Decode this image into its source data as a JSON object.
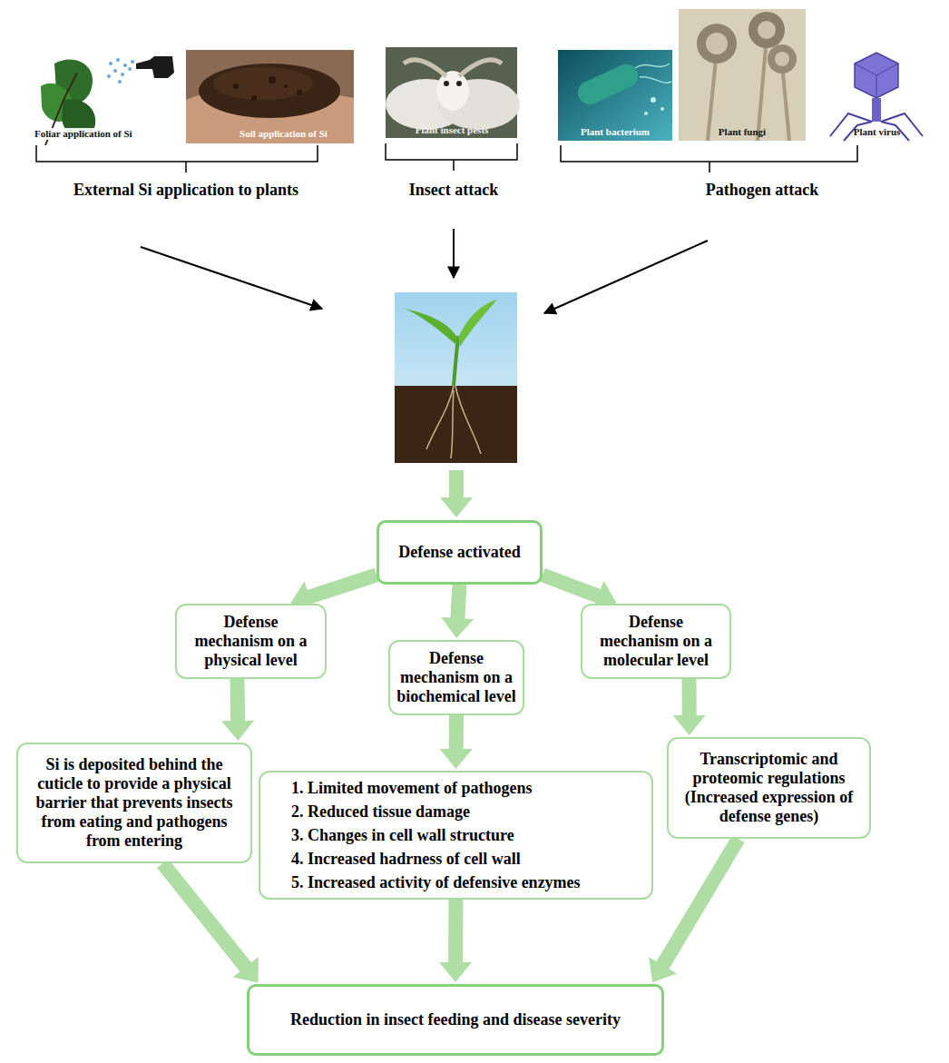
{
  "diagram": {
    "nodes": [
      {
        "text": [
          "Defense activated"
        ]
      },
      {
        "text": [
          "Defense mechanism on a physical level"
        ]
      },
      {
        "text": [
          "Defense mechanism on a biochemical level"
        ]
      },
      {
        "text": [
          "Defense mechanism on a molecular level"
        ]
      },
      {
        "text": [
          "Si is deposited behind the cuticle to provide a physical barrier that prevents insects from eating and pathogens from entering"
        ]
      },
      {
        "text": [
          "1. Limited movement of pathogens",
          "2. Reduced tissue damage",
          "3. Changes in cell wall structure",
          "4. Increased hadrness of cell wall",
          "5. Increased activity of defensive enzymes"
        ]
      },
      {
        "text": [
          "Transcriptomic and proteomic regulations (Increased expression of defense genes)"
        ]
      },
      {
        "text": [
          "Reduction in insect feeding and disease severity"
        ]
      }
    ],
    "edges": [
      {
        "from": 0,
        "to": 1,
        "arrow": "to"
      },
      {
        "from": 0,
        "to": 2,
        "arrow": "to"
      },
      {
        "from": 0,
        "to": 3,
        "arrow": "to"
      },
      {
        "from": 1,
        "to": 4,
        "arrow": "to"
      },
      {
        "from": 2,
        "to": 5,
        "arrow": "to"
      },
      {
        "from": 3,
        "to": 6,
        "arrow": "to"
      },
      {
        "from": 4,
        "to": 7,
        "arrow": "to"
      },
      {
        "from": 5,
        "to": 7,
        "arrow": "to"
      },
      {
        "from": 6,
        "to": 7,
        "arrow": "to"
      }
    ],
    "labels": [
      "Foliar application of Si",
      "Soil application of Si",
      "Plant insect pests",
      "Plant bacterium",
      "Plant fungi",
      "Plant virus",
      "External Si application to plants",
      "Insect attack",
      "Pathogen attack"
    ]
  }
}
